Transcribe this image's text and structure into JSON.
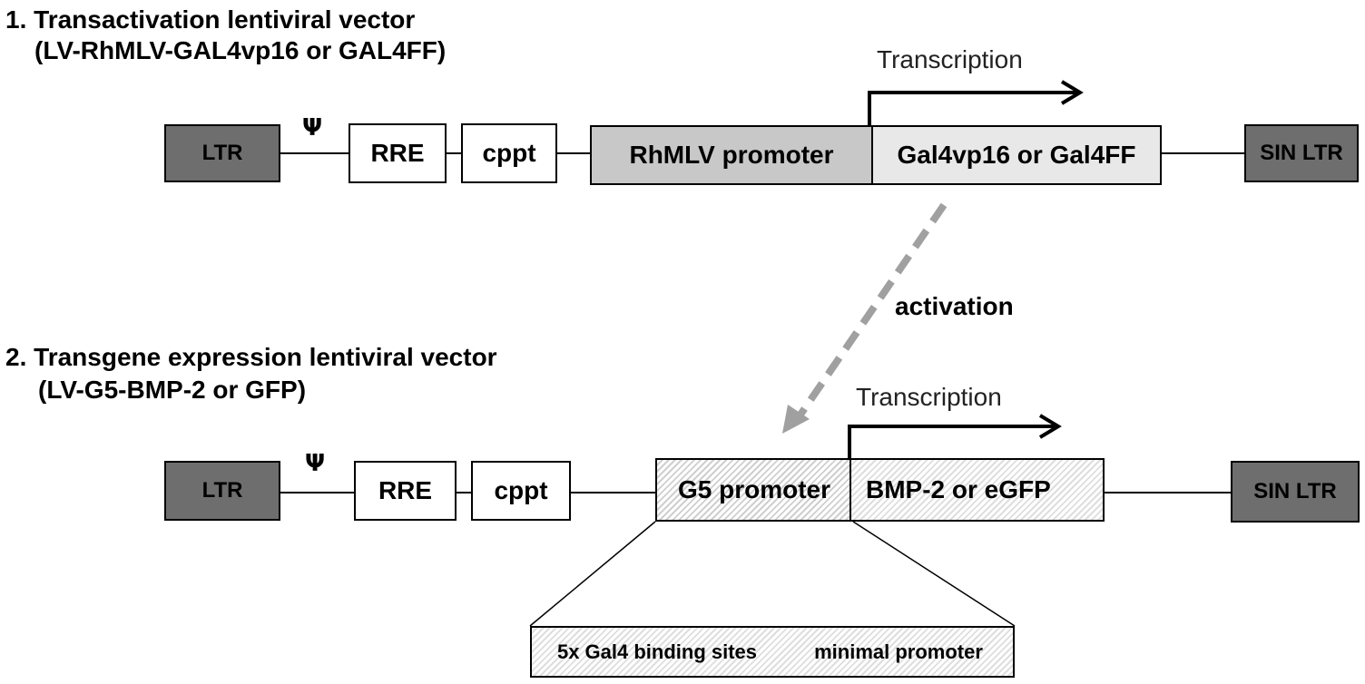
{
  "vector1": {
    "title_line1": "1.  Transactivation lentiviral vector",
    "title_line2": "(LV-RhMLV-GAL4vp16 or GAL4FF)",
    "psi": "Ψ",
    "ltr": "LTR",
    "rre": "RRE",
    "cppt": "cppt",
    "promoter": "RhMLV promoter",
    "gene": "Gal4vp16 or Gal4FF",
    "sin_ltr": "SIN LTR",
    "transcription": "Transcription"
  },
  "activation_label": "activation",
  "vector2": {
    "title_line1": "2. Transgene expression lentiviral vector",
    "title_line2": "(LV-G5-BMP-2 or GFP)",
    "psi": "Ψ",
    "ltr": "LTR",
    "rre": "RRE",
    "cppt": "cppt",
    "promoter": "G5 promoter",
    "gene": "BMP-2 or eGFP",
    "sin_ltr": "SIN LTR",
    "transcription": "Transcription"
  },
  "detail": {
    "binding_sites": "5x Gal4 binding sites",
    "minimal_promoter": "minimal promoter"
  },
  "colors": {
    "ltr_fill": "#6e6e6e",
    "promoter1_fill": "#c8c8c8",
    "gene1_fill": "#e8e8e8",
    "activation_arrow": "#a0a0a0"
  }
}
